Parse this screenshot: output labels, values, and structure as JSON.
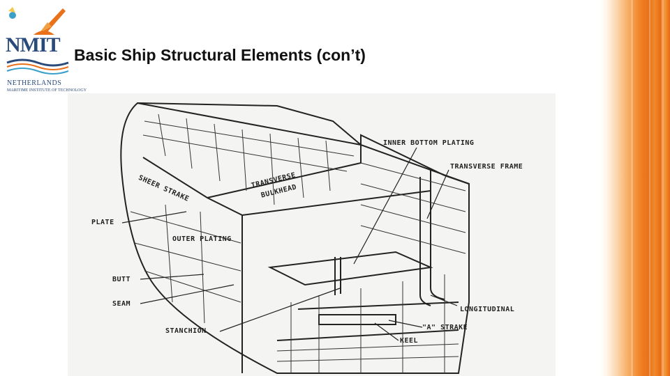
{
  "slide": {
    "title": "Basic Ship Structural Elements (con’t)"
  },
  "logo": {
    "acronym": "NMIT",
    "country": "NETHERLANDS",
    "subtitle": "MARITIME INSTITUTE OF TECHNOLOGY"
  },
  "diagram": {
    "labels": {
      "inner_bottom_plating": "INNER BOTTOM PLATING",
      "transverse_frame": "TRANSVERSE FRAME",
      "sheer_strake": "SHEER STRAKE",
      "transverse_bulkhead_1": "TRANSVERSE",
      "transverse_bulkhead_2": "BULKHEAD",
      "plate": "PLATE",
      "outer_plating": "OUTER PLATING",
      "butt": "BUTT",
      "seam": "SEAM",
      "stanchion": "STANCHION",
      "longitudinal": "LONGITUDINAL",
      "a_strake": "\"A\" STRAKE",
      "keel": "KEEL"
    }
  },
  "colors": {
    "accent_orange": "#e8711a",
    "logo_blue": "#2a4a7a",
    "ink": "#222222"
  }
}
